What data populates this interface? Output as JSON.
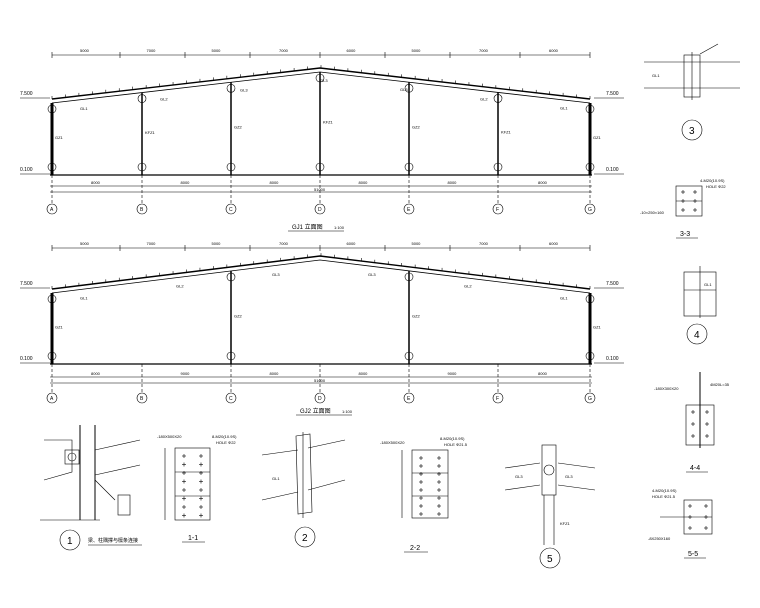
{
  "frame1": {
    "title": "GJ1 立面图",
    "scale": "1:100",
    "top_dims": [
      "5000",
      "7000",
      "5000",
      "7000",
      "6000",
      "5000",
      "7000",
      "6000"
    ],
    "axes": [
      "A",
      "B",
      "C",
      "D",
      "E",
      "F",
      "G"
    ],
    "bottom_dims": [
      "8000",
      "8000",
      "8000",
      "8000",
      "8000",
      "8000"
    ],
    "total": "51000",
    "elev_top": "7.500",
    "elev_base": "0.100",
    "column_labels": [
      "GZ1",
      "KFZ1",
      "GZ2",
      "KFZ1",
      "GZ2",
      "KFZ1",
      "GZ1"
    ],
    "beam_labels": [
      "GL1",
      "GL2",
      "GL3",
      "GL3",
      "GL3",
      "GL2",
      "GL1"
    ]
  },
  "frame2": {
    "title": "GJ2 立面图",
    "scale": "1:100",
    "top_dims": [
      "5000",
      "7000",
      "5000",
      "7000",
      "6000",
      "5000",
      "7000",
      "6000"
    ],
    "axes": [
      "A",
      "B",
      "C",
      "D",
      "E",
      "F",
      "G"
    ],
    "bottom_dims": [
      "8000",
      "9000",
      "8000",
      "8000",
      "9000",
      "8000"
    ],
    "total": "51000",
    "elev_top": "7.500",
    "elev_base": "0.100",
    "column_labels": [
      "GZ1",
      "GZ2",
      "GZ2",
      "GZ1"
    ],
    "beam_labels": [
      "GL1",
      "GL2",
      "GL3",
      "GL3",
      "GL2",
      "GL1"
    ]
  },
  "details": {
    "d1_caption": "梁、柱隅撑与檩条连接",
    "d1_num": "1",
    "s11_label": "1-1",
    "s11_bolts": "8-M20(10.9S)",
    "s11_hole": "HOLE Φ22",
    "s11_plate": "-180X500X20",
    "d2_num": "2",
    "d2_beam": "GL1",
    "s22_label": "2-2",
    "s22_bolts": "8-M20(10.9S)",
    "s22_hole": "HOLE Φ21.5",
    "s22_plate": "-180X500X20",
    "d5_num": "5",
    "d5_col": "KFZ1",
    "d5_beam": "GL3"
  },
  "right_details": {
    "d3_num": "3",
    "d3_beam": "GL1",
    "s33_label": "3-3",
    "s33_bolts": "4-M20(10.9S)",
    "s33_hole": "HOLE Φ22",
    "s33_plate": "-10×250×160",
    "d4_num": "4",
    "d4_beam": "GL1",
    "s44_label": "4-4",
    "s44_plate": "-180X300X20",
    "s44_bolts": "4M20L=35",
    "s55_label": "5-5",
    "s55_bolts": "4-M20(10.9S)",
    "s55_hole": "HOLE Φ21.5",
    "s55_plate": "-8X250X160"
  }
}
